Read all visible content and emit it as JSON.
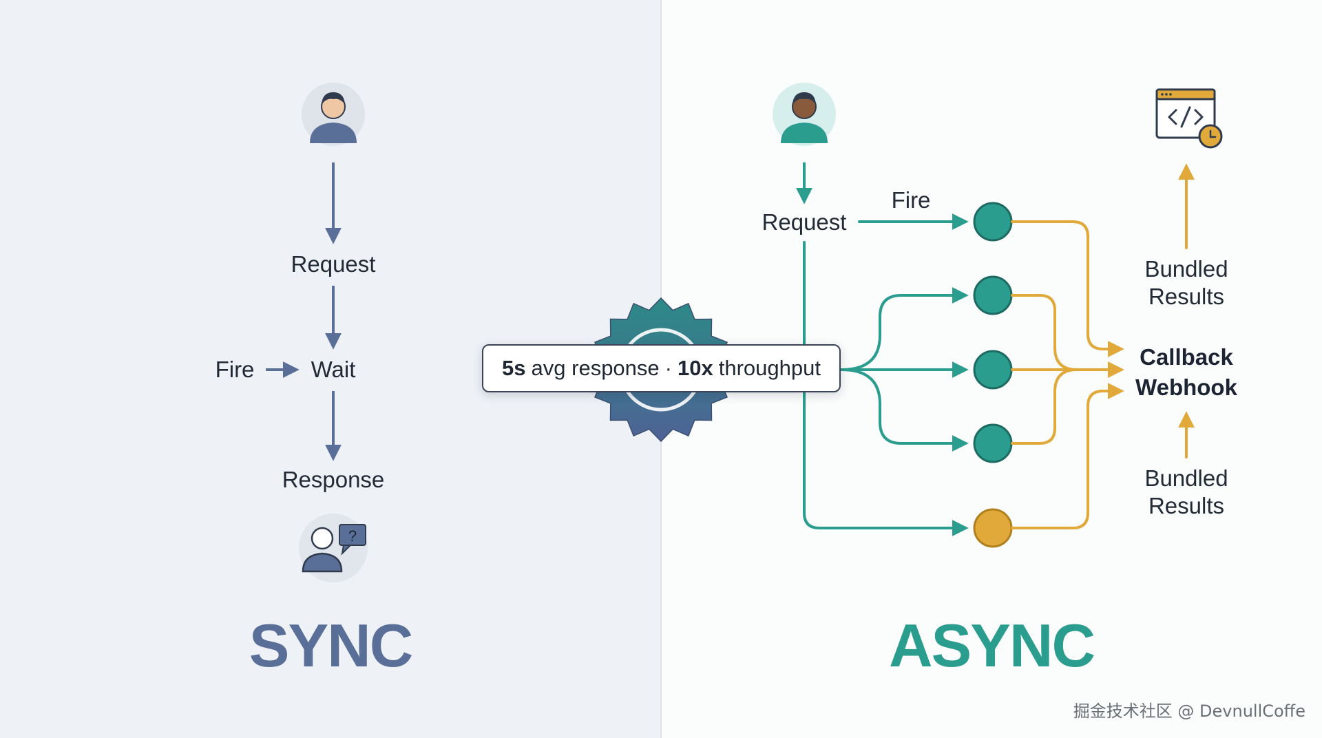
{
  "sync": {
    "title": "SYNC",
    "request": "Request",
    "fire": "Fire",
    "wait": "Wait",
    "response": "Response",
    "question_mark": "?"
  },
  "async": {
    "title": "ASYNC",
    "request": "Request",
    "fire": "Fire",
    "bundled_top_1": "Bundled",
    "bundled_top_2": "Results",
    "callback_1": "Callback",
    "callback_2": "Webhook",
    "bundled_bottom_1": "Bundled",
    "bundled_bottom_2": "Results"
  },
  "badge": {
    "v1": "5s",
    "t1": "avg response",
    "sep": "·",
    "v2": "10x",
    "t2": "throughput"
  },
  "watermark": "掘金技术社区 @ DevnullCoffe",
  "colors": {
    "sync_blue": "#5a6f98",
    "teal": "#2a9d8f",
    "gold": "#e0a93a",
    "text_dark": "#222a36"
  },
  "icons": {
    "sync_user": "user-avatar-icon",
    "sync_user_question": "user-question-icon",
    "async_user": "user-avatar-icon",
    "code_window": "code-window-clock-icon",
    "center": "gear-badge-icon"
  }
}
